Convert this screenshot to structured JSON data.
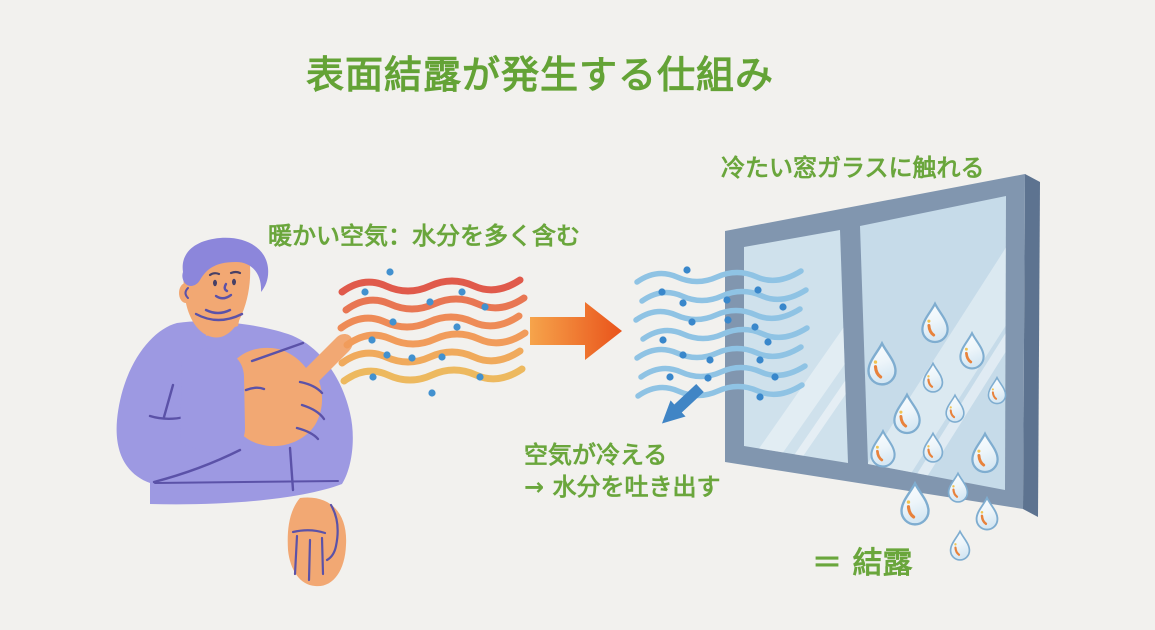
{
  "title": "表面結露が発生する仕組み",
  "labels": {
    "warm_air": "暖かい空気：水分を多く含む",
    "cold_glass": "冷たい窓ガラスに触れる",
    "air_cools_line1": "空気が冷える",
    "air_cools_line2": "→ 水分を吐き出す",
    "equals_condensation": "＝ 結露"
  },
  "icons": {
    "flow_arrow": "right-arrow",
    "cooling_arrow": "down-left-arrow",
    "warm_air_waves": "red-orange-wavy-lines",
    "cool_air_waves": "blue-wavy-lines",
    "moisture_dots": "blue-dots",
    "window": "two-pane-window",
    "droplets": "water-drop"
  },
  "colors": {
    "background": "#f2f1ee",
    "accent_green": "#64a336",
    "warm_wave_colors": [
      "#e05a4b",
      "#e87653",
      "#ee8b57",
      "#f19c5b",
      "#f0aa5c",
      "#edb95f"
    ],
    "cool_wave_start": "#8fc3e4",
    "cool_wave_end": "#2f7ec3",
    "moisture_dot": "#4291cf",
    "flow_arrow_start": "#f6a44b",
    "flow_arrow_end": "#e9531b",
    "cooling_arrow_start": "#aed2ea",
    "cooling_arrow_end": "#4085c5",
    "window_frame": "#8196af",
    "window_frame_depth": "#5d7390",
    "glass_left": "#cfe1ec",
    "glass_right": "#c6dbe9",
    "droplet_outline": "#7fadd0",
    "droplet_accent_orange": "#e8823c",
    "droplet_accent_yellow": "#f1c452",
    "skin": "#f2a873",
    "hair": "#8c86db",
    "sweater": "#9d99e2",
    "detail_line": "#5b52a8"
  }
}
